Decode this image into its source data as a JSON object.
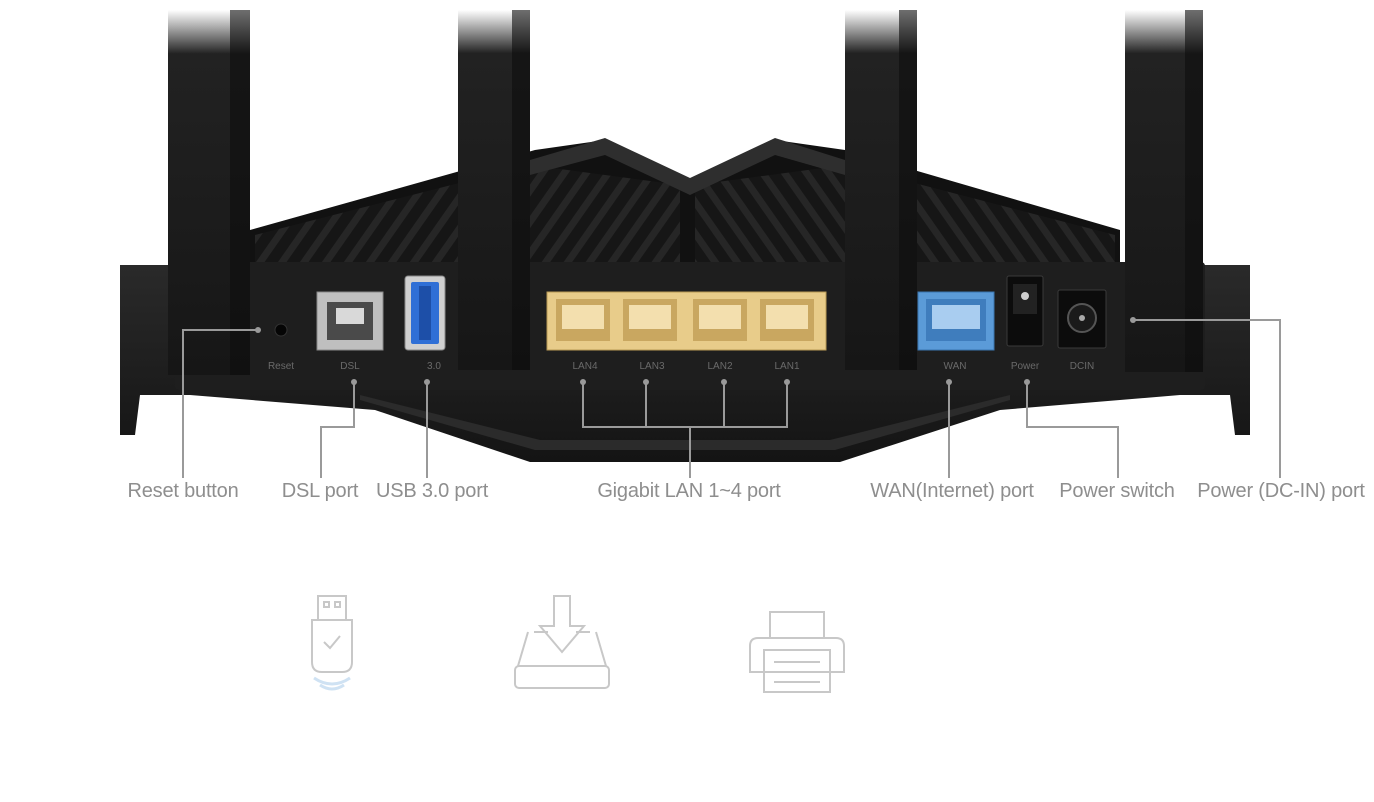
{
  "router_panel": {
    "reset_label": "Reset",
    "dsl_label": "DSL",
    "usb_label": "3.0",
    "lan_labels": [
      "LAN4",
      "LAN3",
      "LAN2",
      "LAN1"
    ],
    "wan_label": "WAN",
    "power_label": "Power",
    "dcin_label": "DCIN"
  },
  "callouts": {
    "reset_button": "Reset button",
    "dsl_port": "DSL port",
    "usb_port": "USB 3.0 port",
    "lan_ports": "Gigabit LAN 1~4 port",
    "wan_port": "WAN(Internet) port",
    "power_switch": "Power switch",
    "power_port": "Power (DC-IN) port"
  },
  "colors": {
    "router_body": "#1c1c1c",
    "lan_port": "#e8cc8a",
    "wan_port": "#5b9bd8",
    "usb_port": "#2f6fd6",
    "callout_line": "#9a9a9a",
    "callout_text": "#8e8e8e",
    "icon_stroke": "#c8c8c8"
  },
  "feature_icons": [
    "usb-drive-icon",
    "download-storage-icon",
    "printer-icon"
  ]
}
